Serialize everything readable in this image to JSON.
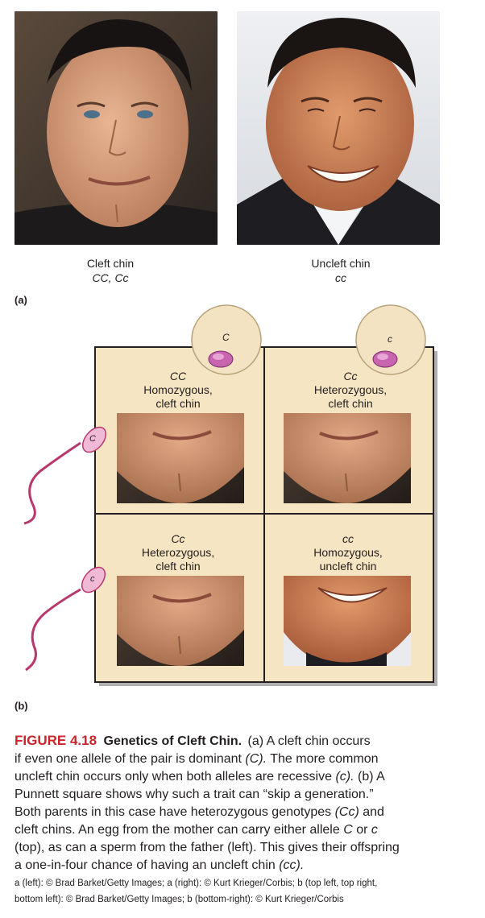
{
  "panel_a": {
    "letter": "(a)",
    "left_caption": {
      "trait": "Cleft chin",
      "genotype": "CC, Cc"
    },
    "right_caption": {
      "trait": "Uncleft chin",
      "genotype": "cc"
    }
  },
  "panel_b": {
    "letter": "(b)",
    "egg_top_left_allele": "C",
    "egg_top_right_allele": "c",
    "sperm_top_allele": "C",
    "sperm_bottom_allele": "c",
    "cells": {
      "top_left": {
        "genotype": "CC",
        "line1": "Homozygous,",
        "line2": "cleft chin"
      },
      "top_right": {
        "genotype": "Cc",
        "line1": "Heterozygous,",
        "line2": "cleft chin"
      },
      "bottom_left": {
        "genotype": "Cc",
        "line1": "Heterozygous,",
        "line2": "cleft chin"
      },
      "bottom_right": {
        "genotype": "cc",
        "line1": "Homozygous,",
        "line2": "uncleft chin"
      }
    }
  },
  "figure_caption": {
    "number": "FIGURE 4.18",
    "title": "Genetics of Cleft Chin.",
    "l1": "(a) A cleft chin occurs",
    "l2a": "if even one allele of the pair is dominant ",
    "l2b": "(C).",
    "l2c": " The more common",
    "l3a": "uncleft chin occurs only when both alleles are recessive ",
    "l3b": "(c).",
    "l3c": " (b) A",
    "l4": "Punnett square shows why such a trait can “skip a generation.”",
    "l5a": "Both parents in this case have heterozygous genotypes ",
    "l5b": "(Cc)",
    "l5c": " and",
    "l6a": "cleft chins. An egg from the mother can carry either allele ",
    "l6b": "C",
    "l6c": " or ",
    "l6d": "c",
    "l7": "(top), as can a sperm from the father (left). This gives their offspring",
    "l8a": "a one-in-four chance of having an uncleft chin ",
    "l8b": "(cc)."
  },
  "credits": {
    "line1": "a (left): © Brad Barket/Getty Images; a (right): © Kurt Krieger/Corbis; b (top left, top right,",
    "line2": "bottom left): © Brad Barket/Getty Images; b (bottom-right): © Kurt Krieger/Corbis"
  },
  "colors": {
    "figure_red": "#c8262b",
    "punnett_bg": "#f6e5c2",
    "egg_fill": "#f4e3c3",
    "nucleus": "#c864b0",
    "sperm_tail": "#b8386e"
  }
}
